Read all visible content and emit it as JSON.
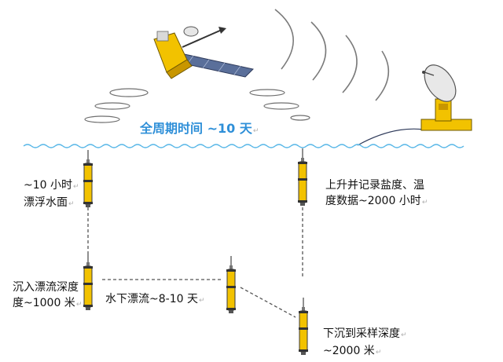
{
  "cycle": {
    "label": "全周期时间 ~10 天"
  },
  "stages": {
    "surface": [
      "~10 小时",
      "漂浮水面"
    ],
    "sink": [
      "沉入漂流深度",
      "度~1000 米"
    ],
    "drift": [
      "水下漂流~8-10 天"
    ],
    "descend": [
      "下沉到采样深度",
      "~2000 米"
    ],
    "ascend": [
      "上升并记录盐度、温",
      "度数据~2000 小时"
    ]
  },
  "paragraph_mark": "↵",
  "colors": {
    "sea": "#5bb8e8",
    "cycle_text": "#2e8fd8",
    "float_body": "#f2c200",
    "float_outline": "#3a3a3a",
    "satellite_body": "#f2c200",
    "solar_panel": "#5a6f9a",
    "dash": "#555555"
  },
  "icons": {
    "satellite": "satellite-icon",
    "ground_station": "satellite-dish-icon",
    "float": "argo-float-icon",
    "signal": "radio-wave-icon"
  }
}
